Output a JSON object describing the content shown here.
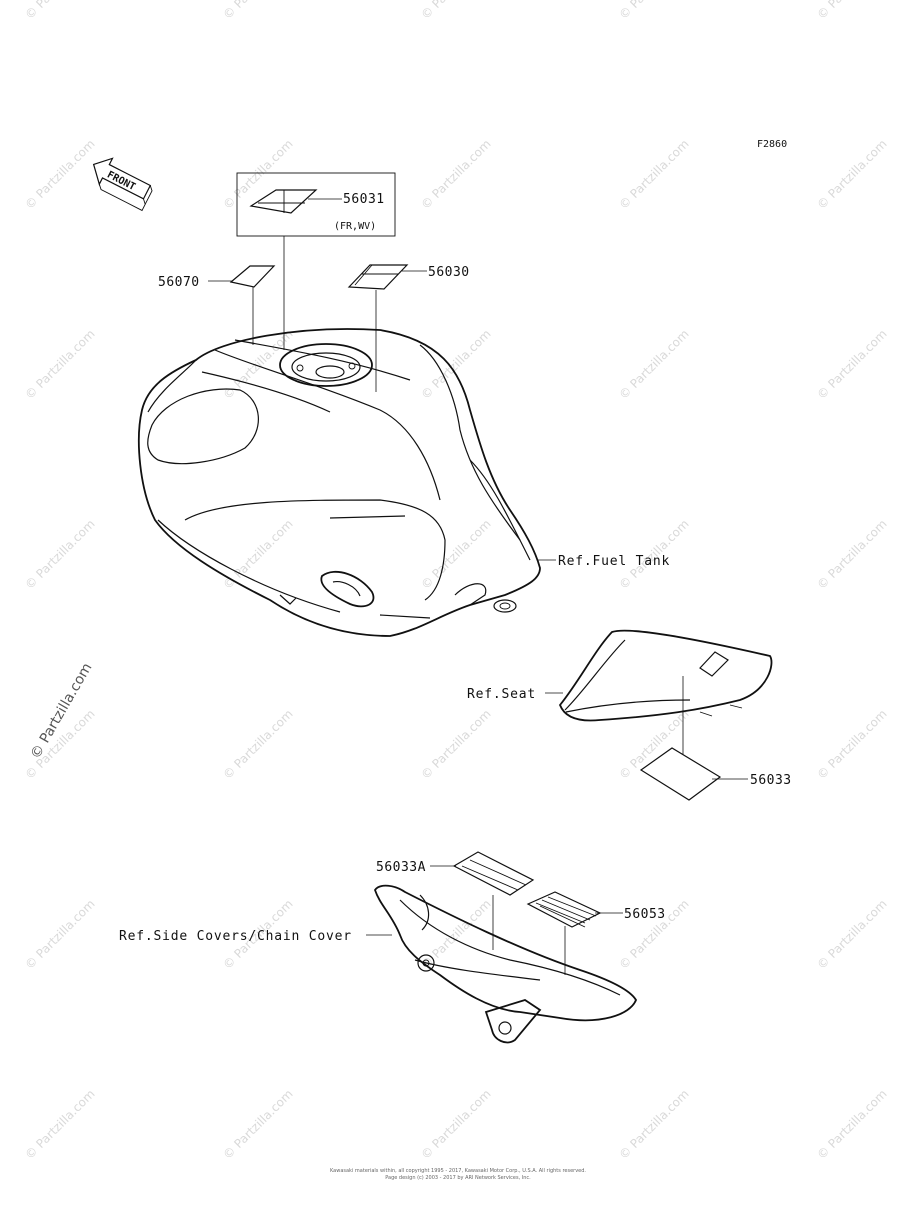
{
  "figure_code": "F2860",
  "front_marker": "FRONT",
  "watermark": "© Partzilla.com",
  "parts": [
    {
      "id": "p56031",
      "number": "56031"
    },
    {
      "id": "p56031-note",
      "number": "(FR,WV)"
    },
    {
      "id": "p56070",
      "number": "56070"
    },
    {
      "id": "p56030",
      "number": "56030"
    },
    {
      "id": "p56033",
      "number": "56033"
    },
    {
      "id": "p56033a",
      "number": "56033A"
    },
    {
      "id": "p56053",
      "number": "56053"
    }
  ],
  "references": {
    "fuel_tank": "Ref.Fuel Tank",
    "seat": "Ref.Seat",
    "side_covers": "Ref.Side Covers/Chain Cover"
  },
  "footer": {
    "line1": "Kawasaki materials within, all copyright 1995 - 2017, Kawasaki Motor Corp., U.S.A.  All rights reserved.",
    "line2": "Page design (c) 2003 - 2017 by ARI Network Services, Inc."
  }
}
